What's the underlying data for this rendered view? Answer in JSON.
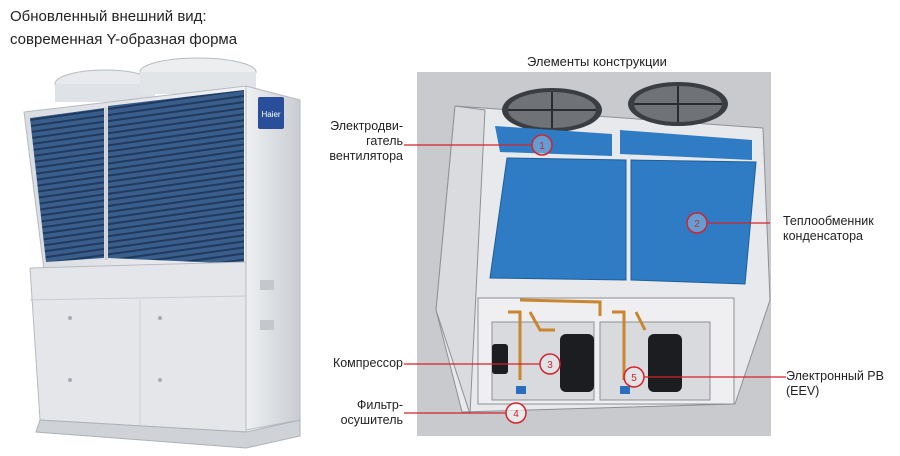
{
  "heading": {
    "line1": "Обновленный внешний вид:",
    "line2": "современная Y-образная форма"
  },
  "brand_logo": "Haier",
  "diagram": {
    "title": "Элементы конструкции",
    "callouts": [
      {
        "number": "1",
        "lines": [
          "Электродви-",
          "гатель",
          "вентилятора"
        ]
      },
      {
        "number": "2",
        "lines": [
          "Теплообменник",
          "конденсатора"
        ]
      },
      {
        "number": "3",
        "lines": [
          "Компрессор"
        ]
      },
      {
        "number": "4",
        "lines": [
          "Фильтр-",
          "осушитель"
        ]
      },
      {
        "number": "5",
        "lines": [
          "Электронный РВ",
          "(EEV)"
        ]
      }
    ]
  },
  "colors": {
    "callout_red": "#d3242b",
    "coil_blue": "#2f7cc4",
    "unit_body": "#e6e8ec"
  }
}
